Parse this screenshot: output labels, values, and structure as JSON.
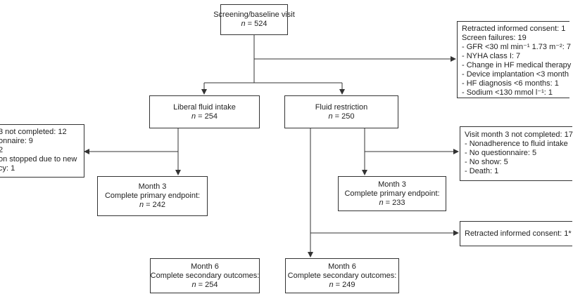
{
  "screening": {
    "title": "Screening/baseline visit",
    "n_label": "n",
    "n_value": " = 524"
  },
  "exclusions": {
    "lines": [
      "Retracted informed consent: 1",
      "Screen failures: 19",
      "- GFR <30 ml min⁻¹ 1.73 m⁻²: 7",
      "- NYHA class I: 7",
      "- Change in HF medical therapy",
      "- Device implantation <3 month",
      "- HF diagnosis <6 months: 1",
      "- Sodium <130 mmol l⁻¹: 1"
    ]
  },
  "liberal": {
    "title": "Liberal fluid intake",
    "n_label": "n",
    "n_value": " = 254"
  },
  "restriction": {
    "title": "Fluid restriction",
    "n_label": "n",
    "n_value": " = 250"
  },
  "liberal_dropout": {
    "lines": [
      "3 not completed: 12",
      "onnaire: 9",
      "2",
      "on stopped due to new",
      "cy: 1"
    ]
  },
  "restriction_dropout": {
    "lines": [
      "Visit month 3 not completed: 17",
      "- Nonadherence to fluid intake",
      "- No questionnaire: 5",
      "- No show: 5",
      "- Death: 1"
    ]
  },
  "liberal_m3": {
    "title": "Month 3",
    "subtitle": "Complete primary endpoint:",
    "n_label": "n",
    "n_value": " = 242"
  },
  "restriction_m3": {
    "title": "Month 3",
    "subtitle": "Complete primary endpoint:",
    "n_label": "n",
    "n_value": " = 233"
  },
  "retracted": {
    "text": "Retracted informed consent: 1*"
  },
  "liberal_m6": {
    "title": "Month 6",
    "subtitle": "Complete secondary outcomes:",
    "n_label": "n",
    "n_value": " = 254"
  },
  "restriction_m6": {
    "title": "Month 6",
    "subtitle": "Complete secondary outcomes:",
    "n_label": "n",
    "n_value": " = 249"
  },
  "colors": {
    "line": "#333333",
    "text": "#222222"
  }
}
